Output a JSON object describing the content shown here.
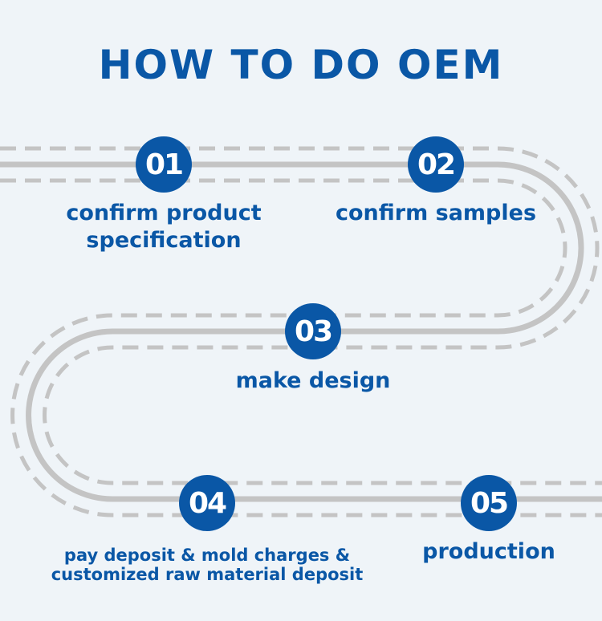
{
  "title": "HOW TO DO OEM",
  "colors": {
    "accent": "#0a57a6",
    "road": "#c4c4c4",
    "background": "#eff4f8"
  },
  "steps": [
    {
      "number": "01",
      "lines": [
        "confirm product",
        "specification"
      ]
    },
    {
      "number": "02",
      "lines": [
        "confirm samples"
      ]
    },
    {
      "number": "03",
      "lines": [
        "make design"
      ]
    },
    {
      "number": "04",
      "lines": [
        "pay deposit & mold charges &",
        "customized raw material deposit"
      ]
    },
    {
      "number": "05",
      "lines": [
        "production"
      ]
    }
  ]
}
